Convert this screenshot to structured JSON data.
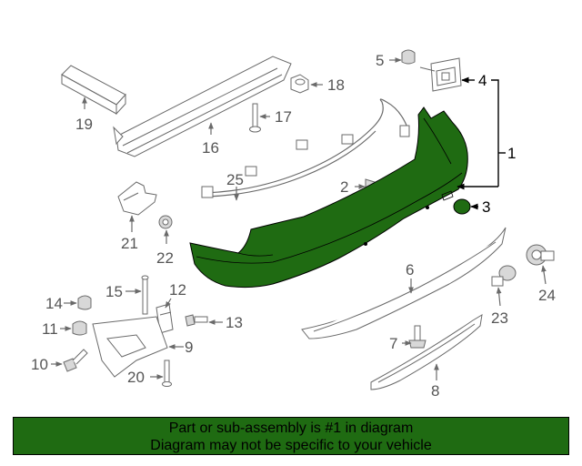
{
  "colors": {
    "highlight": "#1f6b12",
    "banner": "#1f6b12",
    "part_outline": "#6a6a6a",
    "callout_active": "#000000",
    "callout_inactive": "#555555"
  },
  "callouts": {
    "c1": "1",
    "c2": "2",
    "c3": "3",
    "c4": "4",
    "c5": "5",
    "c6": "6",
    "c7": "7",
    "c8": "8",
    "c9": "9",
    "c10": "10",
    "c11": "11",
    "c12": "12",
    "c13": "13",
    "c14": "14",
    "c15": "15",
    "c16": "16",
    "c17": "17",
    "c18": "18",
    "c19": "19",
    "c20": "20",
    "c21": "21",
    "c22": "22",
    "c23": "23",
    "c24": "24",
    "c25": "25"
  },
  "banner": {
    "line1": "Part or sub-assembly is #1 in diagram",
    "line2": "Diagram may not be specific to your vehicle"
  }
}
